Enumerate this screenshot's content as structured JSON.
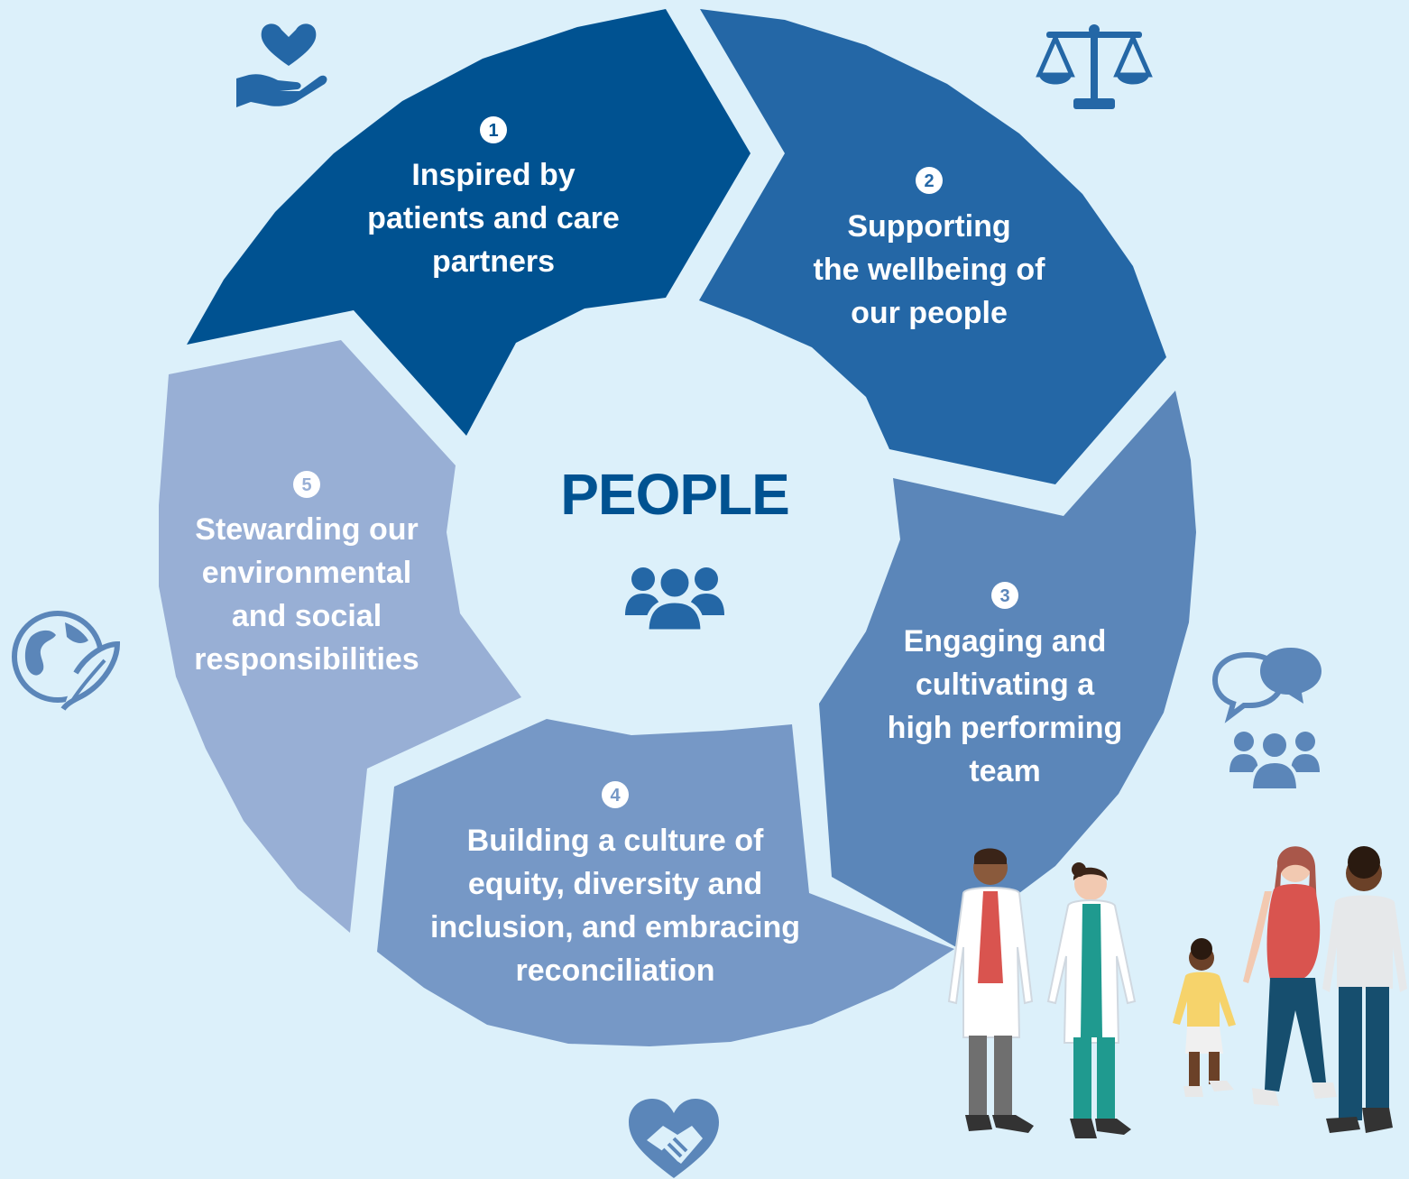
{
  "center": {
    "title": "PEOPLE",
    "icon": "people-group-icon"
  },
  "segments": [
    {
      "number": "1",
      "lines": [
        "Inspired by",
        "patients and care",
        "partners"
      ],
      "color": "#005291",
      "icon": "heart-in-hand-icon"
    },
    {
      "number": "2",
      "lines": [
        "Supporting",
        "the wellbeing of",
        "our people"
      ],
      "color": "#2467a6",
      "icon": "scales-icon"
    },
    {
      "number": "3",
      "lines": [
        "Engaging and",
        "cultivating a",
        "high performing",
        "team"
      ],
      "color": "#5b86b9",
      "icon": "chat-people-icon"
    },
    {
      "number": "4",
      "lines": [
        "Building a culture of",
        "equity, diversity and",
        "inclusion, and embracing",
        "reconciliation"
      ],
      "color": "#7698c6",
      "icon": "heart-handshake-icon"
    },
    {
      "number": "5",
      "lines": [
        "Stewarding our",
        "environmental",
        "and social",
        "responsibilities"
      ],
      "color": "#98afd5",
      "icon": "globe-leaf-icon"
    }
  ],
  "colors": {
    "background": "#dcf0fa",
    "center_title": "#005291",
    "icon": "#2467a6",
    "icon_light": "#5b86b9"
  },
  "illustration": "healthcare-workers-and-family-illustration"
}
